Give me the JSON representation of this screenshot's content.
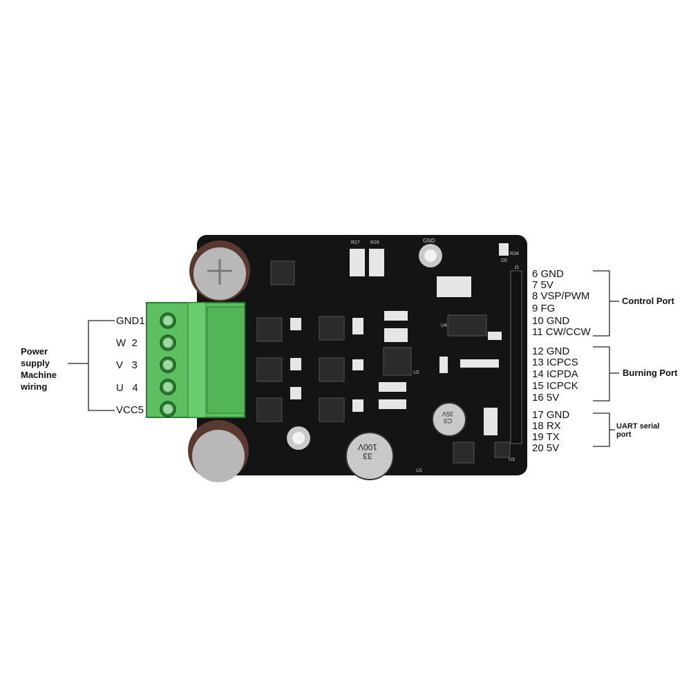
{
  "left_group": {
    "title": "Power\nsupply\nMachine\nwiring"
  },
  "terminal_labels": [
    {
      "name": "GND",
      "num": "1"
    },
    {
      "name": "W",
      "num": "2"
    },
    {
      "name": "V",
      "num": "3"
    },
    {
      "name": "U",
      "num": "4"
    },
    {
      "name": "VCC",
      "num": "5"
    }
  ],
  "ports": [
    {
      "title": "Control Port",
      "pins": [
        "6  GND",
        "7  5V",
        "8  VSP/PWM",
        "9  FG",
        "10 GND",
        "11 CW/CCW"
      ]
    },
    {
      "title": "Burning Port",
      "pins": [
        "12 GND",
        "13 ICPCS",
        "14 ICPDA",
        "15 ICPCK",
        "16 5V"
      ]
    },
    {
      "title": "UART serial\nport",
      "pins": [
        "17 GND",
        "18 RX",
        "19 TX",
        "20 5V"
      ]
    }
  ],
  "board_silkscreen": {
    "gnd": "GND",
    "cap_top": "33\n100V",
    "cap_small": "CS\n35V",
    "ic_labels": [
      "U1",
      "U2",
      "U3",
      "U4",
      "D5",
      "R34",
      "R27",
      "R26",
      "J1"
    ]
  },
  "colors": {
    "board": "#141414",
    "terminal": "#5cc060",
    "lead": "#222222"
  }
}
